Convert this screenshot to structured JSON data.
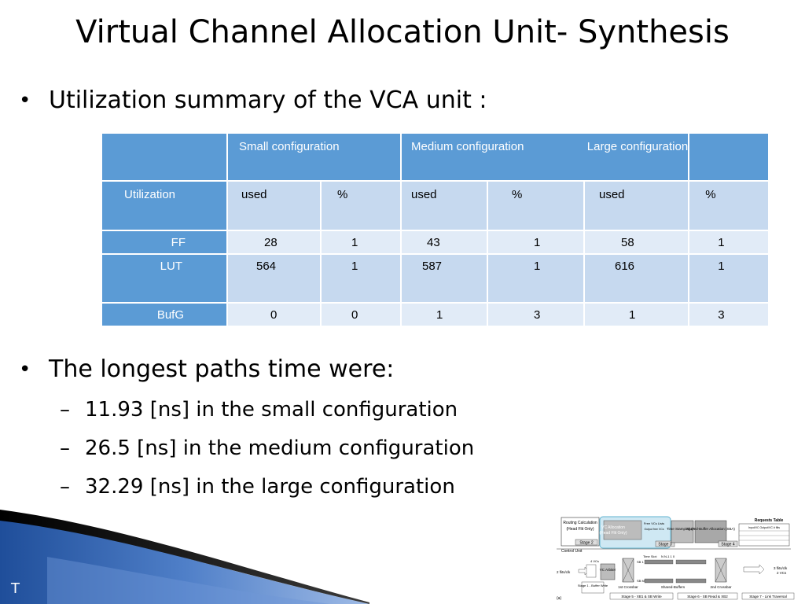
{
  "title": "Virtual Channel Allocation Unit- Synthesis",
  "bullets": {
    "b1": "Utilization summary of the VCA unit :",
    "b2": "The longest paths time were:",
    "subs": [
      "11.93 [ns] in the small configuration",
      "26.5 [ns] in the medium configuration",
      "32.29 [ns] in the large configuration"
    ]
  },
  "table": {
    "header": [
      "Small configuration",
      "Medium configuration",
      "Large configuration"
    ],
    "row_label_header": "Utilization",
    "sub_headers": [
      "used",
      "%",
      "used",
      "%",
      "used",
      "%"
    ],
    "rows": [
      {
        "label": "FF",
        "values": [
          "28",
          "1",
          "43",
          "1",
          "58",
          "1"
        ]
      },
      {
        "label": "LUT",
        "values": [
          "564",
          "1",
          "587",
          "1",
          "616",
          "1"
        ]
      },
      {
        "label": "BufG",
        "values": [
          "0",
          "0",
          "1",
          "3",
          "1",
          "3"
        ]
      }
    ]
  },
  "footer_mark": "T",
  "diagram": {
    "routing": "Routing Calculation",
    "routing_sub": "(Head Flit Only)",
    "stage2": "Stage 2",
    "vc_alloc": "VC Allocation",
    "vc_alloc_sub": "(Head Flit Only)",
    "free_vcs": "Free VCs Lists",
    "output_vc": "Output free VCs",
    "stage3": "Stage 3",
    "time_stamping": "Time Stamping (TS)",
    "sba": "Shared-Buffer Allocation (SBA)",
    "stage4": "Stage 4",
    "requests_table": "Requests Table",
    "req_cols": "Input/VC   Output/VC   # flits",
    "control_unit": "Control Unit",
    "time_slot": "Time Slot:",
    "ts_vals": "N   N-1          1   0",
    "four_vcs": "4 VCs",
    "two_flits": "2 flits/clk",
    "vc_arbiter": "VC Arbiter",
    "sb1": "SB 1",
    "sbm": "SB M",
    "stage1": "Stage 1 - Buffer Write",
    "crossbar1": "1st Crossbar",
    "shared_buffers": "Shared-Buffers",
    "crossbar2": "2nd Crossbar",
    "three_flits": "3 flits/clk",
    "two_vcs": "2 VCs",
    "stage5": "Stage 5 - XB1 & SB Write",
    "stage6": "Stage 6 - SB Read & XB2",
    "stage7": "Stage 7 - Link Traversal",
    "panel": "(a)"
  }
}
